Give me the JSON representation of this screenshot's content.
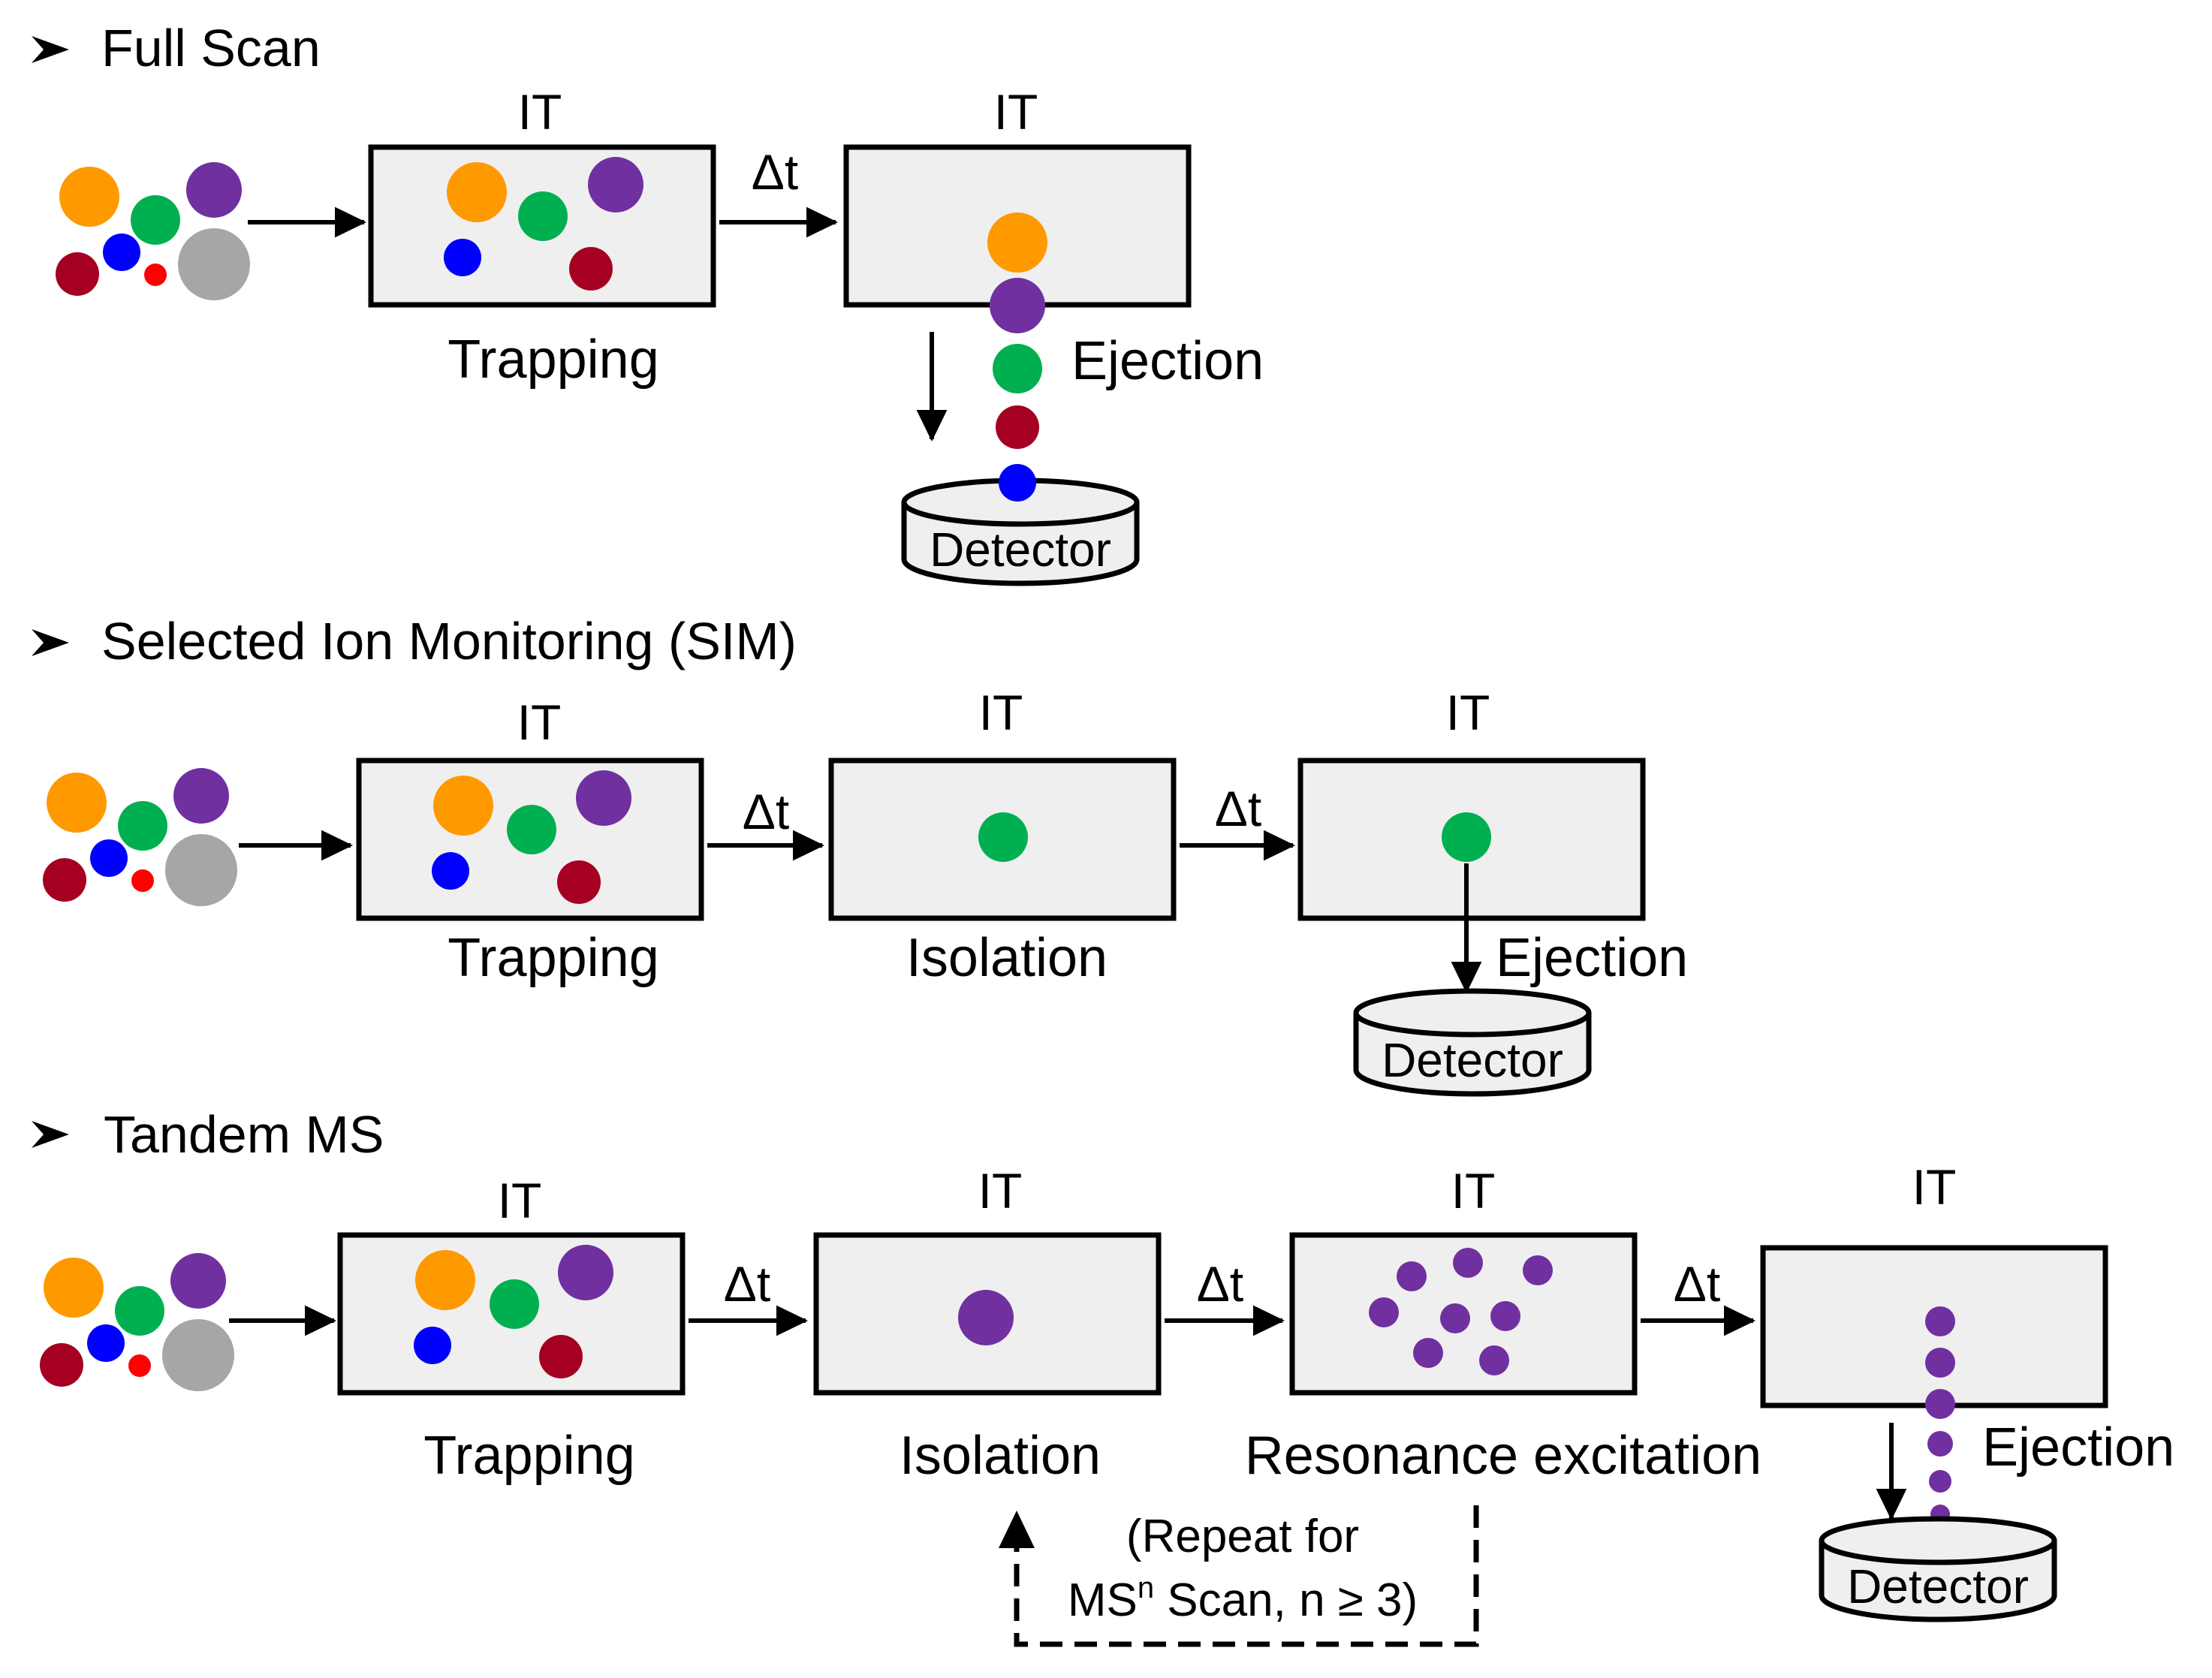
{
  "colors": {
    "orange": "#ff9900",
    "purple": "#7030a0",
    "green": "#00b050",
    "blue": "#0000ff",
    "crimson": "#a50021",
    "red": "#ff0000",
    "gray": "#a6a6a6",
    "box_fill": "#efefef"
  },
  "icons": {
    "bullet": "arrowhead-bullet-icon"
  },
  "sections": [
    {
      "title": "Full Scan",
      "trap_label": "IT",
      "trap_caption": "Trapping",
      "step_labels": [
        "Δt"
      ],
      "stage_labels": [
        "IT"
      ],
      "eject_caption": "Ejection",
      "detector_label": "Detector"
    },
    {
      "title": "Selected Ion Monitoring (SIM)",
      "trap_label": "IT",
      "trap_caption": "Trapping",
      "step_labels": [
        "Δt",
        "Δt"
      ],
      "stage_labels": [
        "IT",
        "IT"
      ],
      "stage_captions": [
        "Isolation"
      ],
      "eject_caption": "Ejection",
      "detector_label": "Detector"
    },
    {
      "title": "Tandem MS",
      "trap_label": "IT",
      "trap_caption": "Trapping",
      "step_labels": [
        "Δt",
        "Δt",
        "Δt"
      ],
      "stage_labels": [
        "IT",
        "IT",
        "IT"
      ],
      "stage_captions": [
        "Isolation",
        "Resonance excitation"
      ],
      "eject_caption": "Ejection",
      "detector_label": "Detector",
      "repeat_note": {
        "line1": "(Repeat for",
        "line2_prefix": "MS",
        "line2_sup": "n",
        "line2_suffix": " Scan, n ≥ 3)"
      }
    }
  ]
}
